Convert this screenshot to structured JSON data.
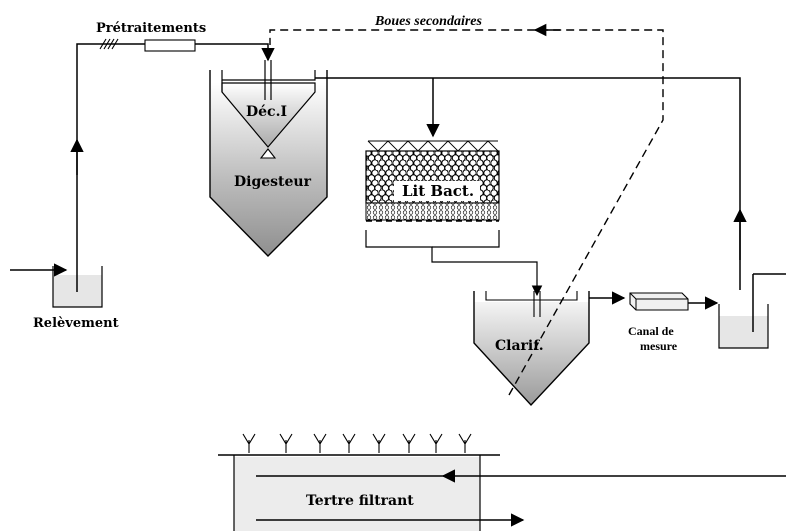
{
  "labels": {
    "pretraitements": "Prétraitements",
    "boues_secondaires": "Boues secondaires",
    "dec_i": "Déc.I",
    "digesteur": "Digesteur",
    "lit_bact": "Lit  Bact.",
    "relevement": "Relèvement",
    "clarif": "Clarif.",
    "canal_line1": "Canal de",
    "canal_line2": "mesure",
    "tertre": "Tertre filtrant"
  },
  "colors": {
    "line": "#000000",
    "tank_shade": "#c8c8c8",
    "bed_fill": "#e6e6e6",
    "tertre_fill": "#ececec"
  }
}
